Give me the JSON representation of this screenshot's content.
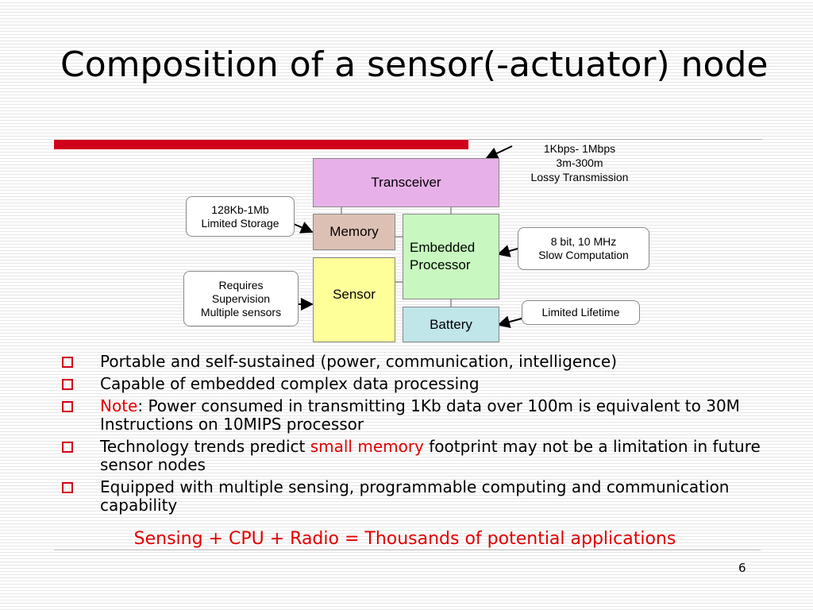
{
  "slide": {
    "title": "Composition of a sensor(-actuator) node",
    "page_number": "6",
    "tagline": "Sensing + CPU + Radio = Thousands of potential applications"
  },
  "colors": {
    "accent_red": "#d0021b",
    "highlight_red": "#e00000",
    "transceiver": "#e8b0e8",
    "memory": "#ddc0b4",
    "processor": "#c8f8c0",
    "sensor": "#ffff9a",
    "battery": "#c0e6ea"
  },
  "diagram": {
    "blocks": {
      "transceiver": "Transceiver",
      "memory": "Memory",
      "processor": "Embedded\nProcessor",
      "sensor": "Sensor",
      "battery": "Battery"
    },
    "notes": {
      "transceiver": "1Kbps- 1Mbps\n3m-300m\nLossy Transmission",
      "memory": "128Kb-1Mb\nLimited Storage",
      "processor": "8 bit, 10 MHz\nSlow Computation",
      "sensor": "Requires\nSupervision\nMultiple sensors",
      "battery": "Limited Lifetime"
    }
  },
  "bullets": [
    {
      "text": "Portable and self-sustained (power, communication, intelligence)"
    },
    {
      "text": "Capable of embedded complex data processing"
    },
    {
      "prefix_red": "Note",
      "text": ": Power consumed in transmitting 1Kb data over 100m is equivalent to 30M Instructions on 10MIPS processor"
    },
    {
      "pre": "Technology trends predict ",
      "red": "small memory",
      "post": " footprint may not be a limitation in future sensor nodes"
    },
    {
      "text": "Equipped with multiple sensing, programmable computing and communication capability"
    }
  ]
}
